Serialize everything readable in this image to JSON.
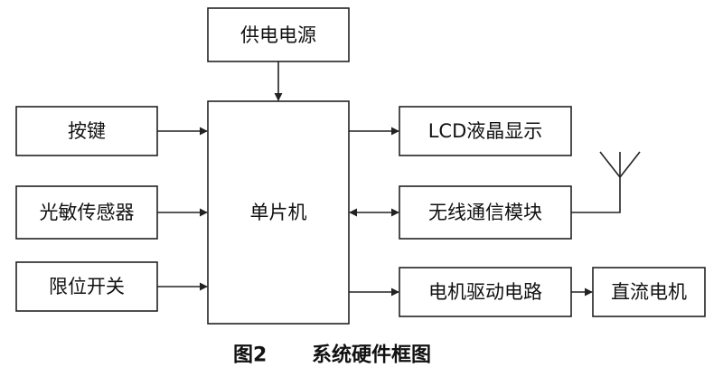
{
  "diagram": {
    "blocks": {
      "power": "供电电源",
      "keys": "按键",
      "light_sensor": "光敏传感器",
      "limit_switch": "限位开关",
      "mcu": "单片机",
      "lcd": "LCD液晶显示",
      "wireless": "无线通信模块",
      "motor_driver": "电机驱动电路",
      "dc_motor": "直流电机"
    },
    "connections": [
      {
        "from": "供电电源",
        "to": "单片机",
        "direction": "one-way"
      },
      {
        "from": "按键",
        "to": "单片机",
        "direction": "one-way"
      },
      {
        "from": "光敏传感器",
        "to": "单片机",
        "direction": "one-way"
      },
      {
        "from": "限位开关",
        "to": "单片机",
        "direction": "one-way"
      },
      {
        "from": "单片机",
        "to": "LCD液晶显示",
        "direction": "one-way"
      },
      {
        "from": "单片机",
        "to": "无线通信模块",
        "direction": "two-way"
      },
      {
        "from": "单片机",
        "to": "电机驱动电路",
        "direction": "one-way"
      },
      {
        "from": "电机驱动电路",
        "to": "直流电机",
        "direction": "one-way"
      }
    ],
    "antenna_icon": "antenna-icon"
  },
  "caption": {
    "label": "图2",
    "title": "系统硬件框图"
  }
}
